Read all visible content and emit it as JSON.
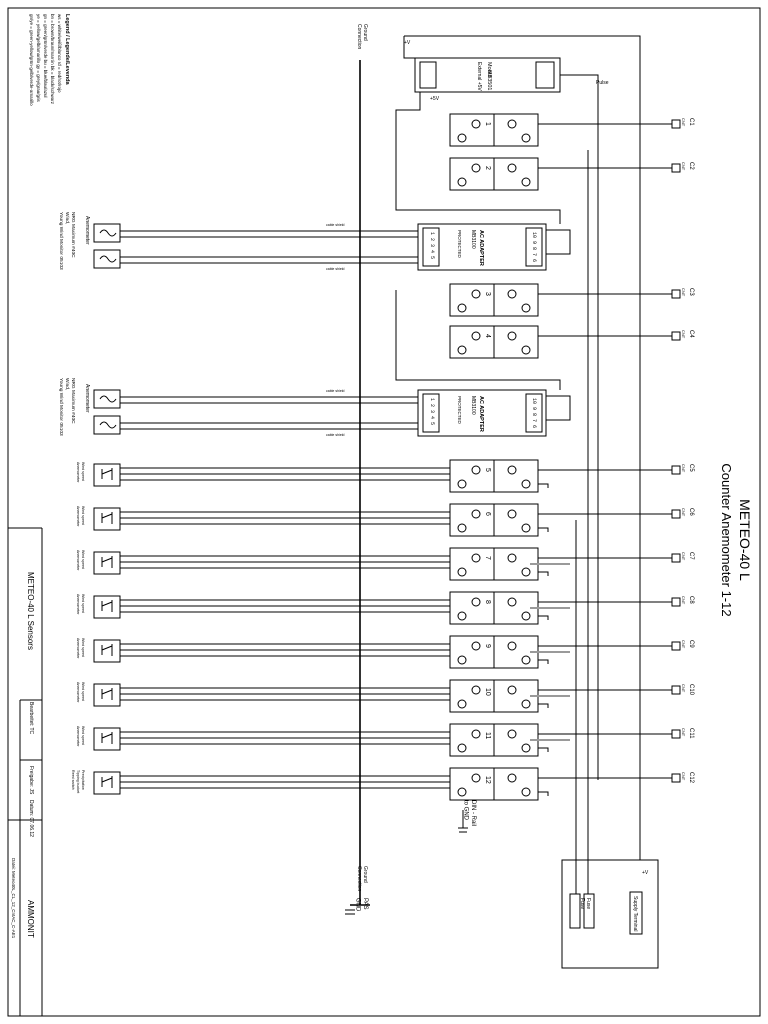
{
  "title": {
    "line1": "METEO-40 L",
    "line2": "Counter Anemometer 1-12"
  },
  "legend": {
    "heading": "Legend / Legende/Levenda",
    "lines": [
      "ws = white/weiß/blanco  rd = red/rot/rojo",
      "bn = brown/braun/marrón  bk = black/schwarz",
      "gn = green/grün/verde  bu = blue/blau/azul",
      "ye = yellow/gelb/amarillo  gy = grey/grau/gris",
      "gn/ye = green-yellow/grün-gelb/verde-amarillo"
    ]
  },
  "ground_labels": {
    "top": "Ground\nConnection",
    "bottom": "Ground\nConnection",
    "pas": "PAS\nGND",
    "din_rail": "DIN - Rail\nto GND"
  },
  "module": {
    "line1": "Modul",
    "line2": "MB3501",
    "line3": "External +5V",
    "vplus": "+V",
    "vout": "+5V",
    "pulse": "Pulse"
  },
  "adapters": [
    {
      "line1": "AC ADAPTER",
      "line2": "MB3100",
      "protected": "PROTECTED",
      "pins_a": "1 2 3 4 5",
      "pins_b": "10 9 8 7 6"
    },
    {
      "line1": "AC ADAPTER",
      "line2": "MB3100",
      "protected": "PROTECTED",
      "pins_a": "1 2 3 4 5",
      "pins_b": "10 9 8 7 6"
    }
  ],
  "ac_sensors": [
    {
      "name": "Anemometer",
      "desc": "NRG Maximum #40C\nWind,\nYoung Wind Monitor 05103"
    },
    {
      "name": "Anemometer",
      "desc": "NRG Maximum #40C\nWind,\nYoung Wind Monitor 05103"
    }
  ],
  "channels": [
    {
      "label": "C1",
      "sub": "CNT",
      "num": "1"
    },
    {
      "label": "C2",
      "sub": "CNT",
      "num": "2"
    },
    {
      "label": "C3",
      "sub": "CNT",
      "num": "3"
    },
    {
      "label": "C4",
      "sub": "CNT",
      "num": "4"
    },
    {
      "label": "C5",
      "sub": "CNT",
      "num": "5"
    },
    {
      "label": "C6",
      "sub": "CNT",
      "num": "6"
    },
    {
      "label": "C7",
      "sub": "CNT",
      "num": "7"
    },
    {
      "label": "C8",
      "sub": "CNT",
      "num": "8"
    },
    {
      "label": "C9",
      "sub": "CNT",
      "num": "9"
    },
    {
      "label": "C10",
      "sub": "CNT",
      "num": "10"
    },
    {
      "label": "C11",
      "sub": "CNT",
      "num": "11"
    },
    {
      "label": "C12",
      "sub": "CNT",
      "num": "12"
    }
  ],
  "pulse_sensors": {
    "label": "Wind speed\nAnemometer",
    "label_last": "Precipitation\nTipping bucket\nReed switch"
  },
  "wire_tag": "cable shield",
  "right_box": {
    "supply": "Supply Terminal",
    "fuse": "Fuse\nFuse",
    "vplus": "+V"
  },
  "title_block": {
    "project": "METEO-40 L  Sensors",
    "company": "AMMONIT",
    "drawn": "Bearbeitet: TC",
    "checked": "Freigabe: JS",
    "date": "Datum: 07.06.12",
    "file": "Datei: Meteo40L_CL_12_CntAC_C-AE1"
  }
}
